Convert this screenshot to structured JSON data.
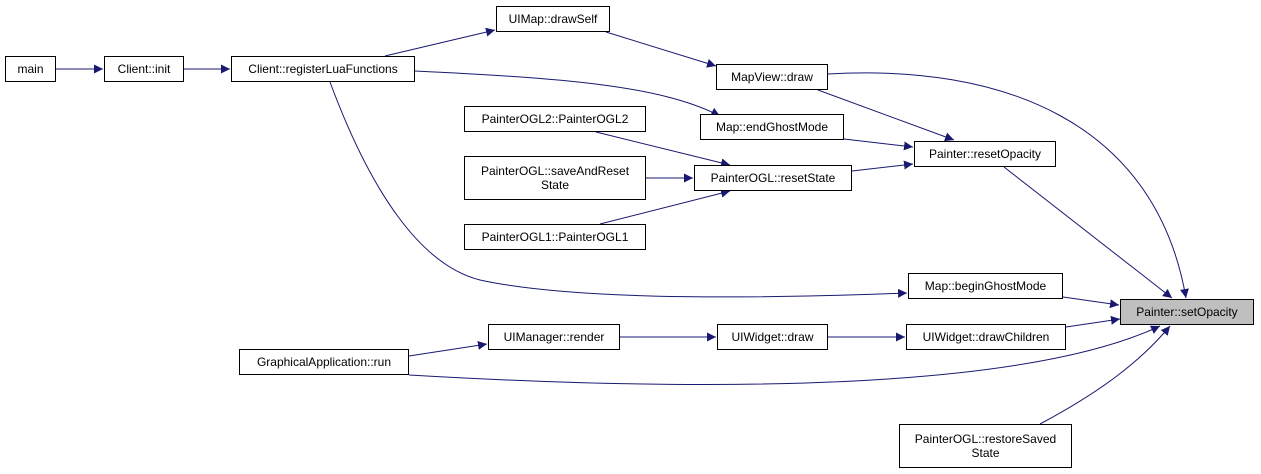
{
  "graph": {
    "colors": {
      "edge": "#191970",
      "border": "#000000",
      "focus_fill": "#bfbfbf"
    },
    "nodes": [
      {
        "id": "main",
        "label": "main"
      },
      {
        "id": "client_init",
        "label": "Client::init"
      },
      {
        "id": "client_register",
        "label": "Client::registerLuaFunctions"
      },
      {
        "id": "uimap_drawself",
        "label": "UIMap::drawSelf"
      },
      {
        "id": "mapview_draw",
        "label": "MapView::draw"
      },
      {
        "id": "map_endghost",
        "label": "Map::endGhostMode"
      },
      {
        "id": "painterogl2_ctor",
        "label": "PainterOGL2::PainterOGL2"
      },
      {
        "id": "painterogl_saveandreset",
        "label": "PainterOGL::saveAndReset\nState"
      },
      {
        "id": "painterogl_resetstate",
        "label": "PainterOGL::resetState"
      },
      {
        "id": "painterogl1_ctor",
        "label": "PainterOGL1::PainterOGL1"
      },
      {
        "id": "painter_resetopacity",
        "label": "Painter::resetOpacity"
      },
      {
        "id": "map_beginghost",
        "label": "Map::beginGhostMode"
      },
      {
        "id": "painter_setopacity",
        "label": "Painter::setOpacity",
        "focus": true
      },
      {
        "id": "uimanager_render",
        "label": "UIManager::render"
      },
      {
        "id": "uiwidget_draw",
        "label": "UIWidget::draw"
      },
      {
        "id": "uiwidget_drawchildren",
        "label": "UIWidget::drawChildren"
      },
      {
        "id": "graphicalapp_run",
        "label": "GraphicalApplication::run"
      },
      {
        "id": "painterogl_restoresaved",
        "label": "PainterOGL::restoreSaved\nState"
      }
    ],
    "edges": [
      {
        "from": "main",
        "to": "client_init"
      },
      {
        "from": "client_init",
        "to": "client_register"
      },
      {
        "from": "client_register",
        "to": "uimap_drawself"
      },
      {
        "from": "uimap_drawself",
        "to": "mapview_draw"
      },
      {
        "from": "client_register",
        "to": "map_endghost"
      },
      {
        "from": "client_register",
        "to": "map_beginghost"
      },
      {
        "from": "mapview_draw",
        "to": "painter_resetopacity"
      },
      {
        "from": "mapview_draw",
        "to": "painter_setopacity"
      },
      {
        "from": "map_endghost",
        "to": "painter_resetopacity"
      },
      {
        "from": "painterogl2_ctor",
        "to": "painterogl_resetstate"
      },
      {
        "from": "painterogl_saveandreset",
        "to": "painterogl_resetstate"
      },
      {
        "from": "painterogl1_ctor",
        "to": "painterogl_resetstate"
      },
      {
        "from": "painterogl_resetstate",
        "to": "painter_resetopacity"
      },
      {
        "from": "painter_resetopacity",
        "to": "painter_setopacity"
      },
      {
        "from": "map_beginghost",
        "to": "painter_setopacity"
      },
      {
        "from": "graphicalapp_run",
        "to": "uimanager_render"
      },
      {
        "from": "uimanager_render",
        "to": "uiwidget_draw"
      },
      {
        "from": "uiwidget_draw",
        "to": "uiwidget_drawchildren"
      },
      {
        "from": "uiwidget_drawchildren",
        "to": "painter_setopacity"
      },
      {
        "from": "graphicalapp_run",
        "to": "painter_setopacity"
      },
      {
        "from": "painterogl_restoresaved",
        "to": "painter_setopacity"
      }
    ]
  }
}
